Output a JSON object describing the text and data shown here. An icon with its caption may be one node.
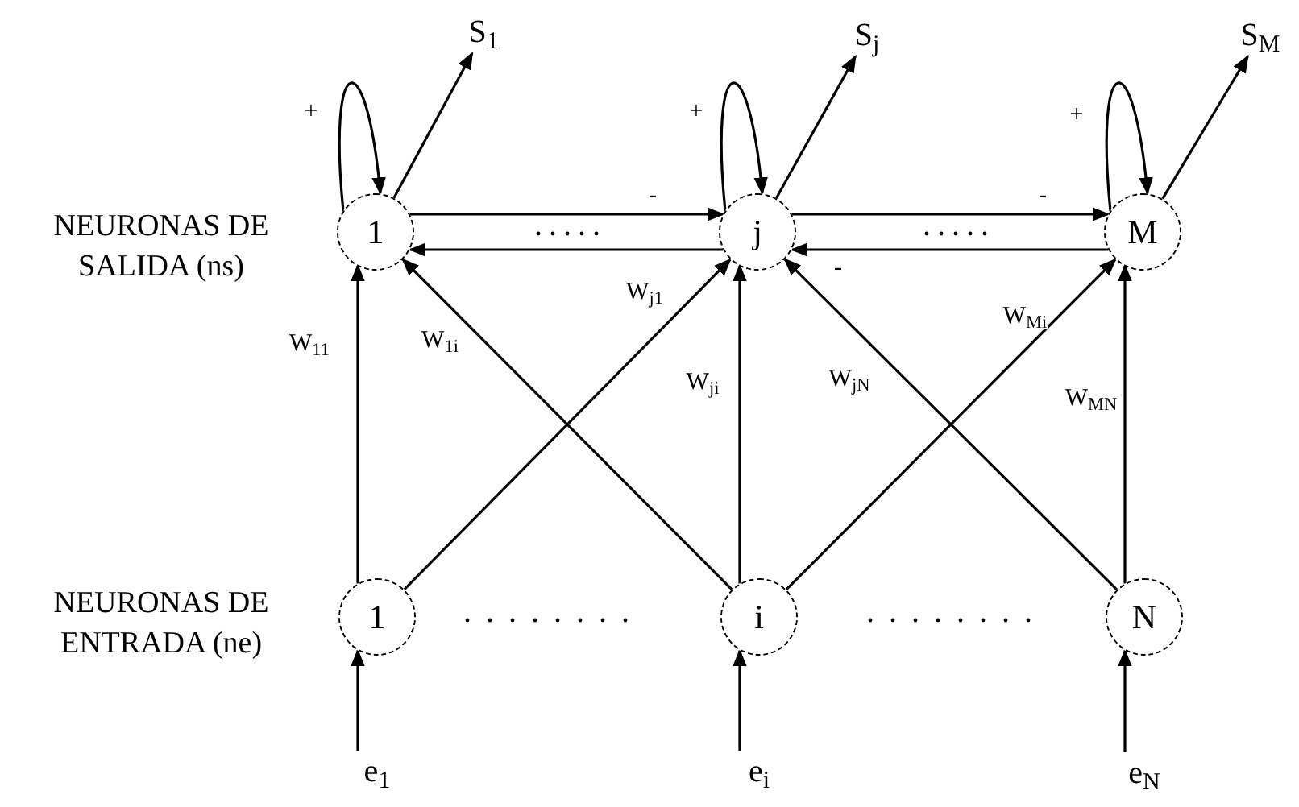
{
  "diagram": {
    "nodes": [
      {
        "text": [
          "1"
        ]
      },
      {
        "text": [
          "j"
        ]
      },
      {
        "text": [
          "M"
        ]
      },
      {
        "text": [
          "1"
        ]
      },
      {
        "text": [
          "i"
        ]
      },
      {
        "text": [
          "N"
        ]
      },
      {
        "text": [
          "S$_{1}$"
        ]
      },
      {
        "text": [
          "S$_{j}$"
        ]
      },
      {
        "text": [
          "S$_{M}$"
        ]
      },
      {
        "text": [
          "e$_{1}$"
        ]
      },
      {
        "text": [
          "e$_{i}$"
        ]
      },
      {
        "text": [
          "e$_{N}$"
        ]
      }
    ],
    "edges": [
      {
        "from": 0,
        "to": 0,
        "arrow": "to",
        "label": "+"
      },
      {
        "from": 1,
        "to": 1,
        "arrow": "to",
        "label": "+"
      },
      {
        "from": 2,
        "to": 2,
        "arrow": "to",
        "label": "+"
      },
      {
        "from": 0,
        "to": 6,
        "arrow": "to"
      },
      {
        "from": 1,
        "to": 7,
        "arrow": "to"
      },
      {
        "from": 2,
        "to": 8,
        "arrow": "to"
      },
      {
        "from": 0,
        "to": 1,
        "arrow": "to",
        "label": "-"
      },
      {
        "from": 1,
        "to": 0,
        "arrow": "to"
      },
      {
        "from": 1,
        "to": 2,
        "arrow": "to",
        "label": "-"
      },
      {
        "from": 2,
        "to": 1,
        "arrow": "to",
        "label": "-"
      },
      {
        "from": 3,
        "to": 0,
        "arrow": "to",
        "label": "W$_{11}$"
      },
      {
        "from": 4,
        "to": 0,
        "arrow": "to",
        "label": "W$_{1i}$"
      },
      {
        "from": 3,
        "to": 1,
        "arrow": "to",
        "label": "W$_{j1}$"
      },
      {
        "from": 4,
        "to": 1,
        "arrow": "to",
        "label": "W$_{ji}$"
      },
      {
        "from": 5,
        "to": 1,
        "arrow": "to",
        "label": "W$_{jN}$"
      },
      {
        "from": 4,
        "to": 2,
        "arrow": "to",
        "label": "W$_{Mi}$"
      },
      {
        "from": 5,
        "to": 2,
        "arrow": "to",
        "label": "W$_{MN}$"
      },
      {
        "from": 9,
        "to": 3,
        "arrow": "to"
      },
      {
        "from": 10,
        "to": 4,
        "arrow": "to"
      },
      {
        "from": 11,
        "to": 5,
        "arrow": "to"
      }
    ],
    "labels": [
      "NEURONAS DE SALIDA (ns)",
      "NEURONAS DE ENTRADA (ne)"
    ]
  }
}
